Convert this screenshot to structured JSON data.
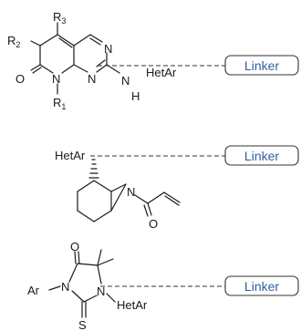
{
  "structures": [
    {
      "atoms": {
        "r3": "R",
        "r3_sub": "3",
        "r2": "R",
        "r2_sub": "2",
        "n_top": "N",
        "o": "O",
        "n_ring": "N",
        "n_mid": "N",
        "nh_n": "N",
        "nh_h": "H",
        "hetar": "HetAr",
        "r1": "R",
        "r1_sub": "1"
      },
      "linker": "Linker"
    },
    {
      "atoms": {
        "hetar": "HetAr",
        "n": "N",
        "o": "O"
      },
      "linker": "Linker"
    },
    {
      "atoms": {
        "o": "O",
        "ar": "Ar",
        "n1": "N",
        "n2": "N",
        "hetar": "HetAr",
        "s": "S"
      },
      "linker": "Linker"
    }
  ]
}
